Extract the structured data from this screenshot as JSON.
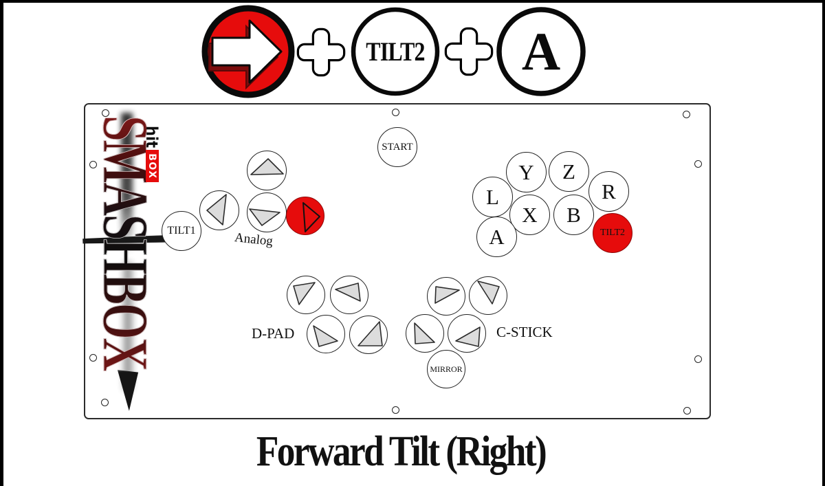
{
  "combo": {
    "direction_icon": "right-arrow",
    "plus": "+",
    "button2_label": "TILT2",
    "button3_label": "A"
  },
  "brand": {
    "name": "SMASHBOX",
    "hit": "hit",
    "box": "BOX"
  },
  "panel": {
    "start_label": "START",
    "tilt1_label": "TILT1",
    "analog_label": "Analog",
    "dpad_label": "D-PAD",
    "cstick_label": "C-STICK",
    "mirror_label": "MIRROR",
    "tilt2_label": "TILT2",
    "face_buttons": {
      "l": "L",
      "y": "Y",
      "z": "Z",
      "r": "R",
      "x": "X",
      "b": "B",
      "a": "A"
    }
  },
  "title": "Forward Tilt (Right)",
  "colors": {
    "red": "#e60c0c",
    "triangle_gray": "#dcdcdc",
    "outline": "#0a0a0a"
  }
}
